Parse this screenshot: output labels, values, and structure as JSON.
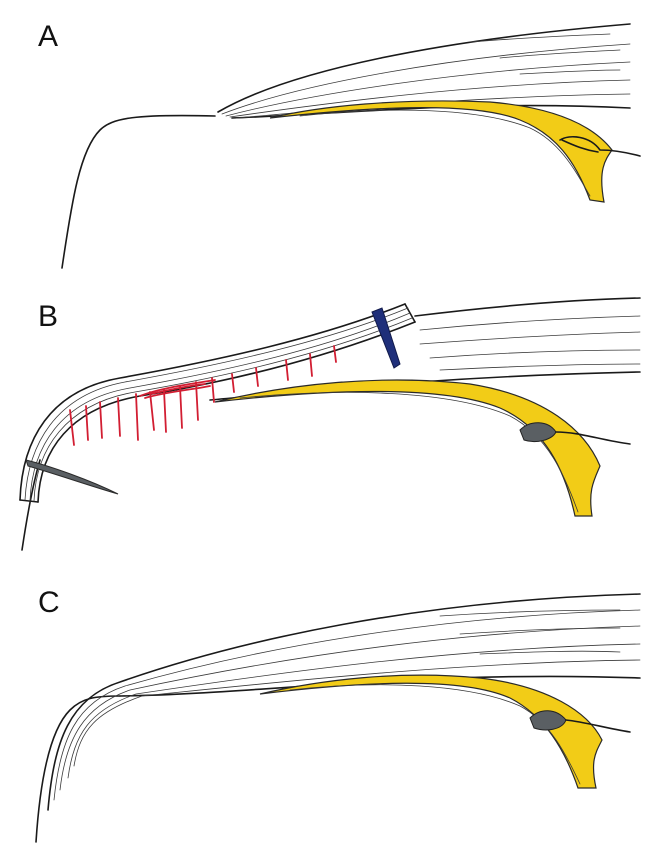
{
  "panels": [
    {
      "label": "A"
    },
    {
      "label": "B"
    },
    {
      "label": "C"
    }
  ],
  "colors": {
    "tendon_yellow": "#f2cc17",
    "suture_red": "#d21e32",
    "clamp_blue": "#1f2f7a",
    "needle_gray": "#5a5f63",
    "ink": "#1a1a1a"
  }
}
